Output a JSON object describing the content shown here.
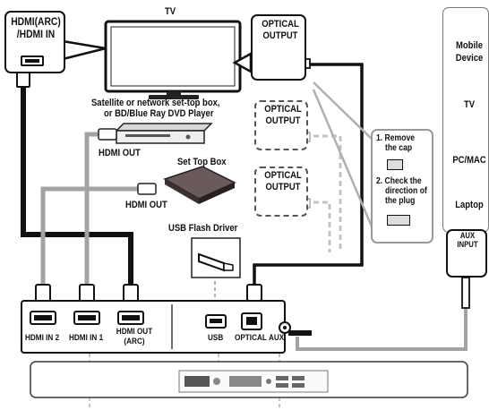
{
  "tv": {
    "title": "TV",
    "hdmi_label_line1": "HDMI(ARC)",
    "hdmi_label_line2": "/HDMI IN",
    "optical_label_line1": "OPTICAL",
    "optical_label_line2": "OUTPUT"
  },
  "devices": {
    "bluray_label_line1": "Satellite or network set-top box,",
    "bluray_label_line2": "or BD/Blue Ray DVD Player",
    "bluray_hdmi_out": "HDMI OUT",
    "settop_label": "Set Top Box",
    "settop_hdmi_out": "HDMI OUT",
    "optical1_line1": "OPTICAL",
    "optical1_line2": "OUTPUT",
    "optical2_line1": "OPTICAL",
    "optical2_line2": "OUTPUT",
    "usb_label": "USB Flash Driver"
  },
  "instructions": {
    "step1_line1": "1. Remove",
    "step1_line2": "the cap",
    "step2_line1": "2. Check the",
    "step2_line2": "direction of",
    "step2_line3": "the plug"
  },
  "aux_sources": {
    "mobile_line1": "Mobile",
    "mobile_line2": "Device",
    "tv": "TV",
    "pc": "PC/MAC",
    "laptop": "Laptop",
    "aux_input_line1": "AUX",
    "aux_input_line2": "INPUT"
  },
  "panel": {
    "hdmi_in_2": "HDMI IN 2",
    "hdmi_in_1": "HDMI IN 1",
    "hdmi_out_line1": "HDMI OUT",
    "hdmi_out_line2": "(ARC)",
    "usb": "USB",
    "optical": "OPTICAL",
    "aux": "AUX"
  },
  "colors": {
    "black_cable": "#111111",
    "gray_cable": "#9a9a9a",
    "dashed_gray": "#bdbdbd",
    "settop_device": "#5a4a4a"
  }
}
